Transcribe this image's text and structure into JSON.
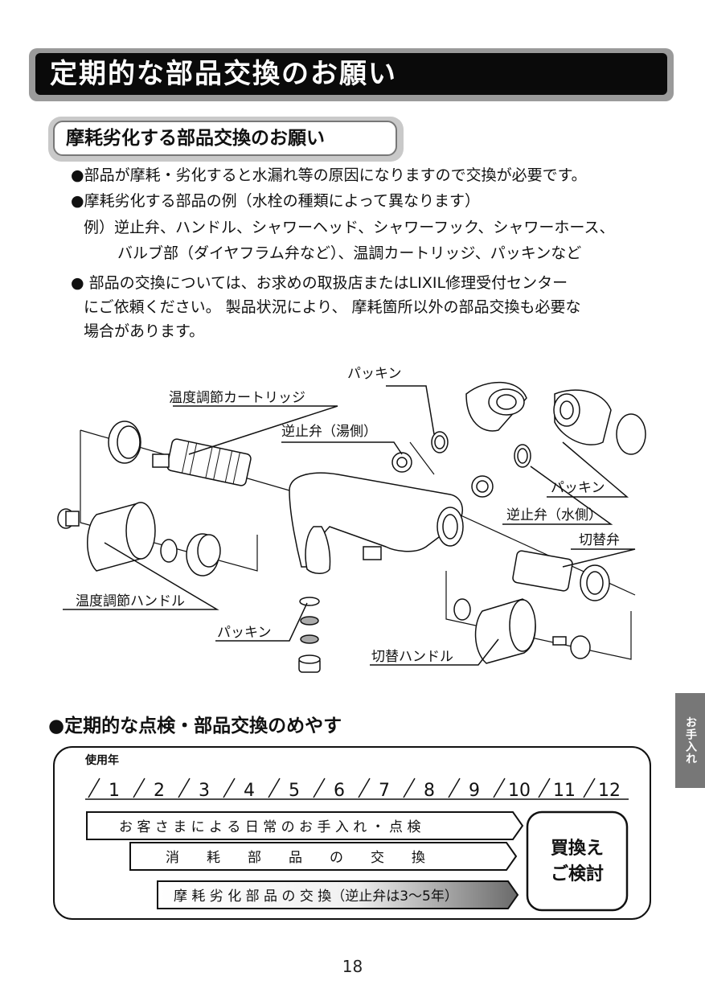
{
  "title": "定期的な部品交換のお願い",
  "section_heading": "摩耗劣化する部品交換のお願い",
  "bullets": [
    "●部品が摩耗・劣化すると水漏れ等の原因になりますので交換が必要です。",
    "●摩耗劣化する部品の例（水栓の種類によって異なります）"
  ],
  "example_line1": "例）逆止弁、ハンドル、シャワーヘッド、シャワーフック、シャワーホース、",
  "example_line2": "バルブ部（ダイヤフラム弁など）、温調カートリッジ、パッキンなど",
  "bullet3_line1": "● 部品の交換については、お求めの取扱店またはLIXIL修理受付センター",
  "bullet3_line2": "にご依頼ください。 製品状況により、 摩耗箇所以外の部品交換も必要な",
  "bullet3_line3": "場合があります。",
  "diagram_labels": {
    "packing_top": "パッキン",
    "temp_cartridge": "温度調節カートリッジ",
    "check_valve_hot": "逆止弁（湯側）",
    "packing_right": "パッキン",
    "check_valve_cold": "逆止弁（水側）",
    "switch_valve": "切替弁",
    "temp_handle": "温度調節ハンドル",
    "packing_bottom": "パッキン",
    "switch_handle": "切替ハンドル"
  },
  "schedule_heading": "●定期的な点検・部品交換のめやす",
  "schedule": {
    "years_label": "使用年",
    "years": [
      "1",
      "2",
      "3",
      "4",
      "5",
      "6",
      "7",
      "8",
      "9",
      "10",
      "11",
      "12"
    ],
    "row1": "お 客 さ ま に よ る 日 常 の お 手 入 れ ・ 点 検",
    "row2": "消　　耗　　部　　品　　の　　交　　換",
    "row3": "摩 耗 劣 化 部 品 の 交 換（逆止弁は3〜5年）",
    "replace_line1": "買換え",
    "replace_line2": "ご検討"
  },
  "side_tab": "お手入れ",
  "page_number": "18"
}
